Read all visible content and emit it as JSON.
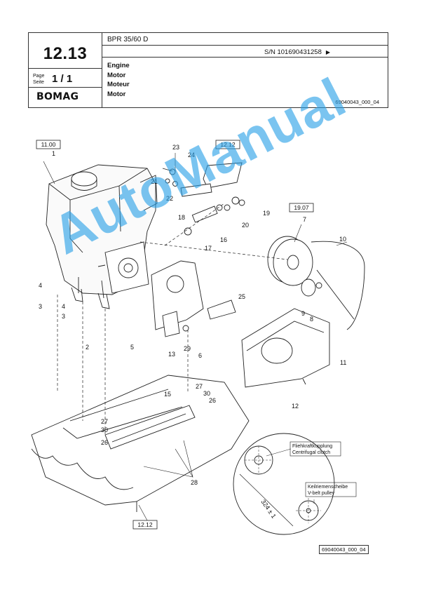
{
  "header": {
    "model": "BPR 35/60 D",
    "serial": "S/N 101690431258",
    "serial_arrow": "▶",
    "section_number": "12.13",
    "page_label_1": "Page",
    "page_label_2": "Seite",
    "page_value": "1 / 1",
    "brand": "BOMAG",
    "titles": [
      "Engine",
      "Motor",
      "Moteur",
      "Motor"
    ],
    "doc_code": "69040043_000_04"
  },
  "drawing": {
    "ref_boxes": [
      "11.00",
      "12.12",
      "19.07",
      "12.12"
    ],
    "callouts": [
      "1",
      "23",
      "24",
      "21",
      "22",
      "18",
      "19",
      "20",
      "16",
      "17",
      "7",
      "10",
      "4",
      "3",
      "4",
      "3",
      "2",
      "5",
      "13",
      "29",
      "6",
      "25",
      "9",
      "8",
      "11",
      "12",
      "15",
      "27",
      "30",
      "26",
      "27",
      "30",
      "26",
      "28",
      "324 ± 1"
    ],
    "detail_labels": {
      "clutch_de": "Fliehkraftkupplung",
      "clutch_en": "Centrifugal clutch",
      "pulley_de": "Keilriemenscheibe",
      "pulley_en": "V-belt pulley"
    },
    "watermark": "AutoManual",
    "footer_code": "69040043_000_04"
  },
  "colors": {
    "watermark": "#28A0E6",
    "line": "#222222"
  }
}
